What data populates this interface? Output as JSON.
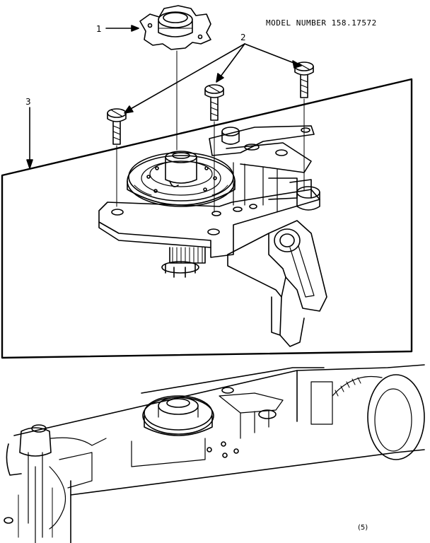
{
  "model_number": "MODEL NUMBER 158.17572",
  "callouts": [
    {
      "label": "1",
      "part": "cam-stack-gear"
    },
    {
      "label": "2",
      "part": "mounting-screws"
    },
    {
      "label": "3",
      "part": "zigzag-mechanism-assembly"
    }
  ],
  "footer_code": "(5)"
}
